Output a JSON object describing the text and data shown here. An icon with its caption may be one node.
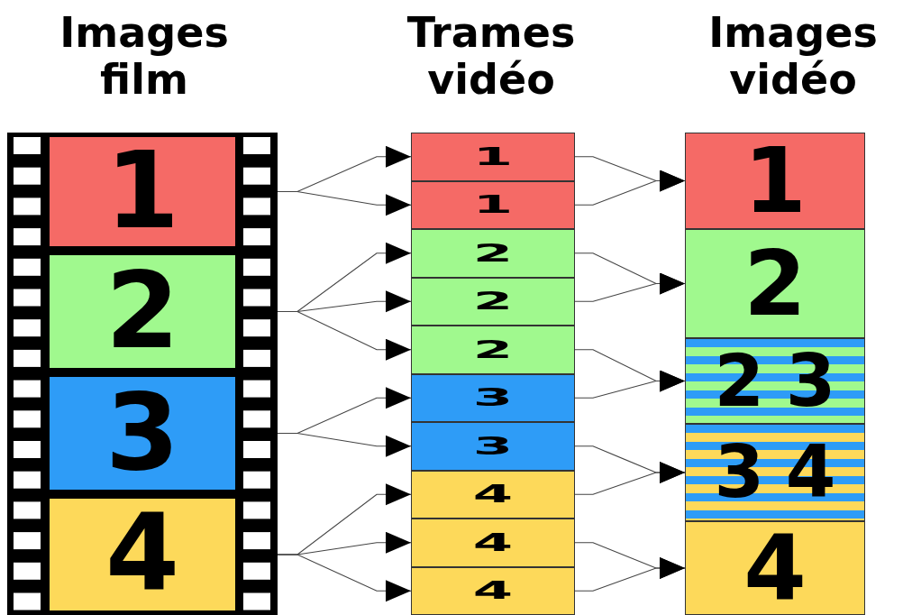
{
  "diagram": {
    "nodes": [
      {
        "text": [
          "1"
        ]
      },
      {
        "text": [
          "2"
        ]
      },
      {
        "text": [
          "3"
        ]
      },
      {
        "text": [
          "4"
        ]
      },
      {
        "text": [
          "1"
        ]
      },
      {
        "text": [
          "1"
        ]
      },
      {
        "text": [
          "2"
        ]
      },
      {
        "text": [
          "2"
        ]
      },
      {
        "text": [
          "2"
        ]
      },
      {
        "text": [
          "3"
        ]
      },
      {
        "text": [
          "3"
        ]
      },
      {
        "text": [
          "4"
        ]
      },
      {
        "text": [
          "4"
        ]
      },
      {
        "text": [
          "4"
        ]
      },
      {
        "text": [
          "1"
        ]
      },
      {
        "text": [
          "2"
        ]
      },
      {
        "text": [
          "2",
          "3"
        ]
      },
      {
        "text": [
          "3",
          "4"
        ]
      },
      {
        "text": [
          "4"
        ]
      }
    ],
    "edges": [
      {
        "from": 0,
        "to": 4,
        "arrow": "to"
      },
      {
        "from": 0,
        "to": 5,
        "arrow": "to"
      },
      {
        "from": 1,
        "to": 6,
        "arrow": "to"
      },
      {
        "from": 1,
        "to": 7,
        "arrow": "to"
      },
      {
        "from": 1,
        "to": 8,
        "arrow": "to"
      },
      {
        "from": 2,
        "to": 9,
        "arrow": "to"
      },
      {
        "from": 2,
        "to": 10,
        "arrow": "to"
      },
      {
        "from": 3,
        "to": 11,
        "arrow": "to"
      },
      {
        "from": 3,
        "to": 12,
        "arrow": "to"
      },
      {
        "from": 3,
        "to": 13,
        "arrow": "to"
      },
      {
        "from": 4,
        "to": 14,
        "arrow": "to"
      },
      {
        "from": 5,
        "to": 14,
        "arrow": "to"
      },
      {
        "from": 6,
        "to": 15,
        "arrow": "to"
      },
      {
        "from": 7,
        "to": 15,
        "arrow": "to"
      },
      {
        "from": 8,
        "to": 16,
        "arrow": "to"
      },
      {
        "from": 9,
        "to": 16,
        "arrow": "to"
      },
      {
        "from": 10,
        "to": 17,
        "arrow": "to"
      },
      {
        "from": 11,
        "to": 17,
        "arrow": "to"
      },
      {
        "from": 12,
        "to": 18,
        "arrow": "to"
      },
      {
        "from": 13,
        "to": 18,
        "arrow": "to"
      }
    ],
    "labels": [
      "Images film",
      "Trames vidéo",
      "Images vidéo"
    ]
  }
}
